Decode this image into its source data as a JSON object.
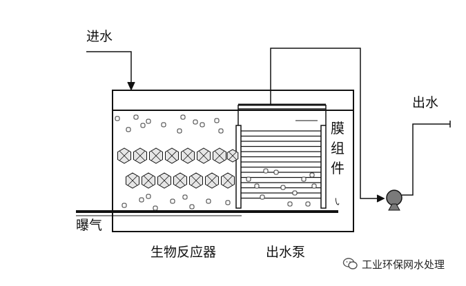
{
  "labels": {
    "inlet": "进水",
    "outlet": "出水",
    "membrane": "膜组件",
    "aeration": "曝气",
    "bioreactor": "生物反应器",
    "pump": "出水泵",
    "corner_mark": "㇂"
  },
  "watermark": {
    "icon": "wechat-icon",
    "text": "工业环保网水处理"
  },
  "colors": {
    "line": "#111111",
    "fill": "#ffffff",
    "carrier_fill": "#e6e6e6",
    "pump_fill": "#7a7a7a"
  }
}
